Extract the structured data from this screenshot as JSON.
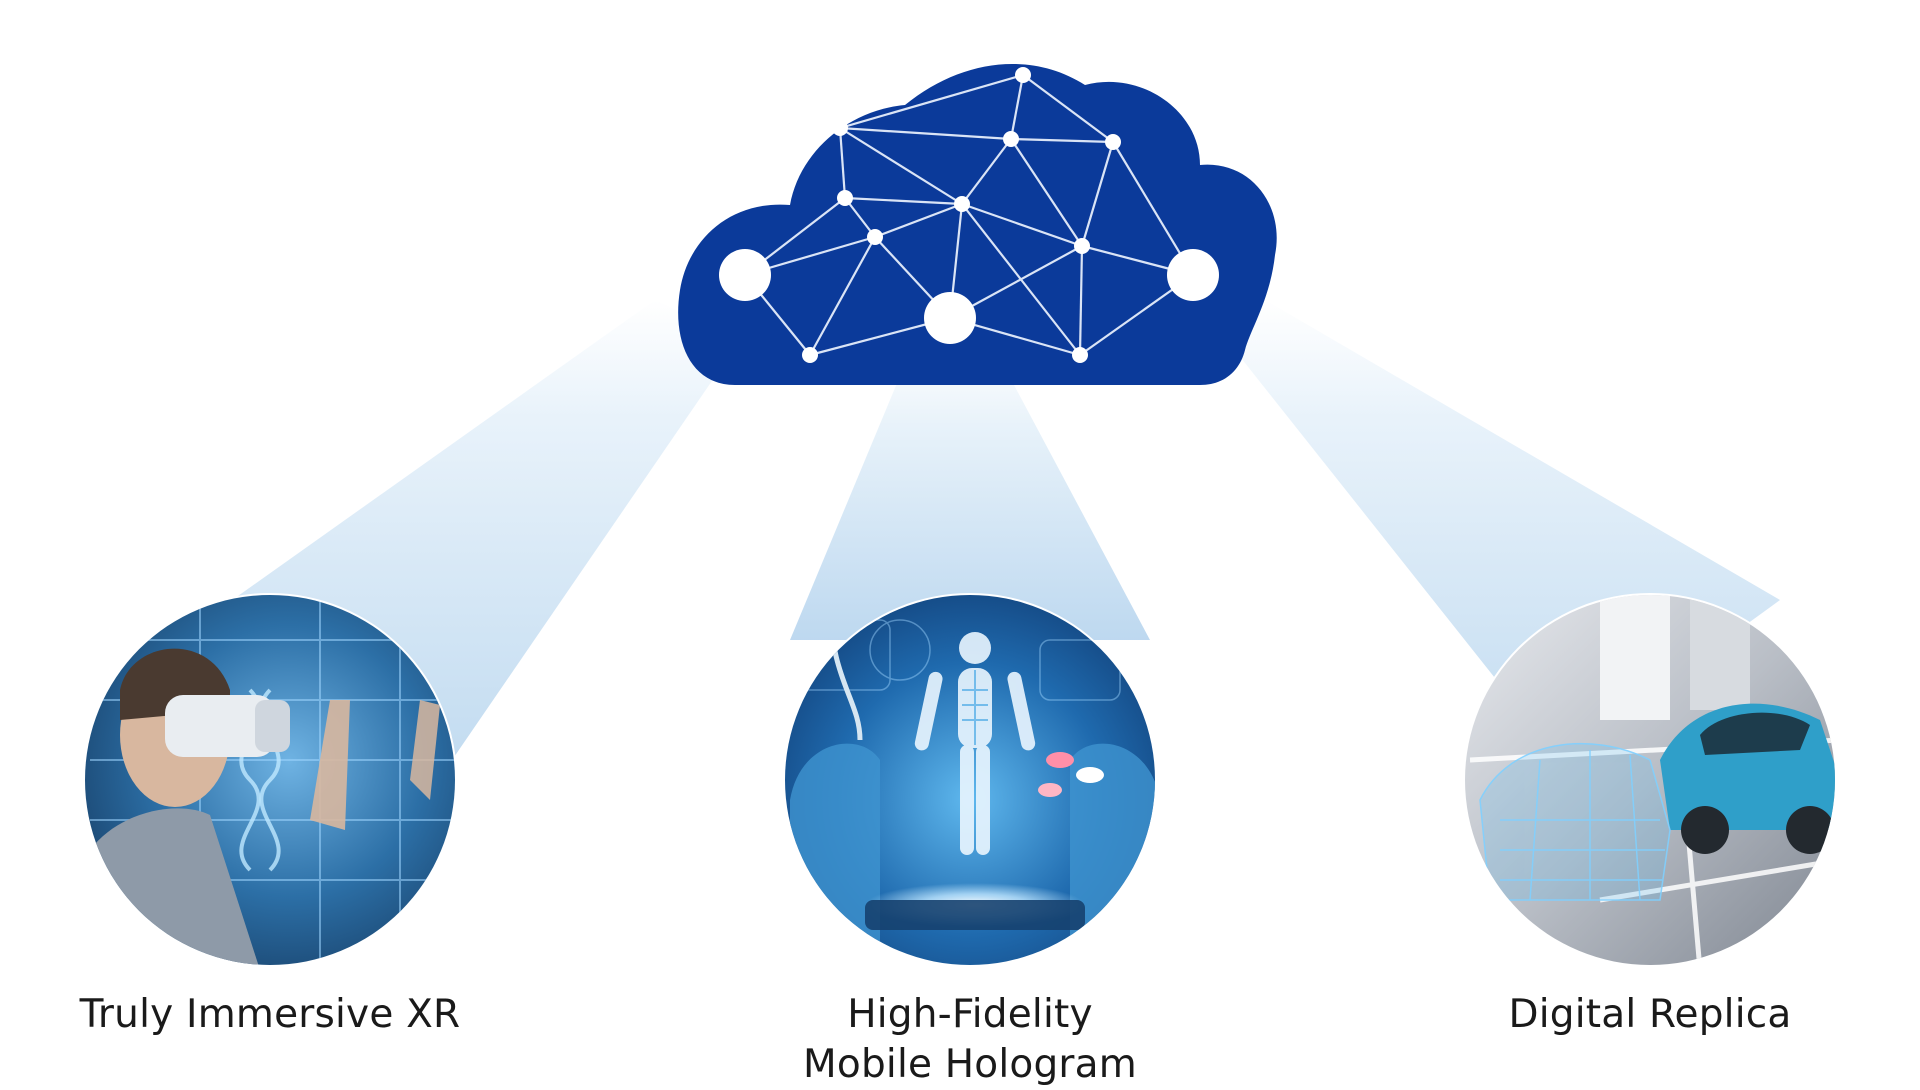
{
  "cloud": {
    "color": "#0b3a9a",
    "icon": "network-cloud-icon"
  },
  "items": [
    {
      "id": "xr",
      "label_lines": [
        "Truly Immersive XR"
      ],
      "icon": "vr-headset-person-image"
    },
    {
      "id": "holo",
      "label_lines": [
        "High-Fidelity",
        "Mobile Hologram"
      ],
      "icon": "medical-hologram-image"
    },
    {
      "id": "replica",
      "label_lines": [
        "Digital Replica"
      ],
      "icon": "car-digital-twin-image"
    }
  ],
  "colors": {
    "beam": "#cfe3f4",
    "label": "#1a1a1a",
    "circle_blue": "#2a78b8"
  }
}
